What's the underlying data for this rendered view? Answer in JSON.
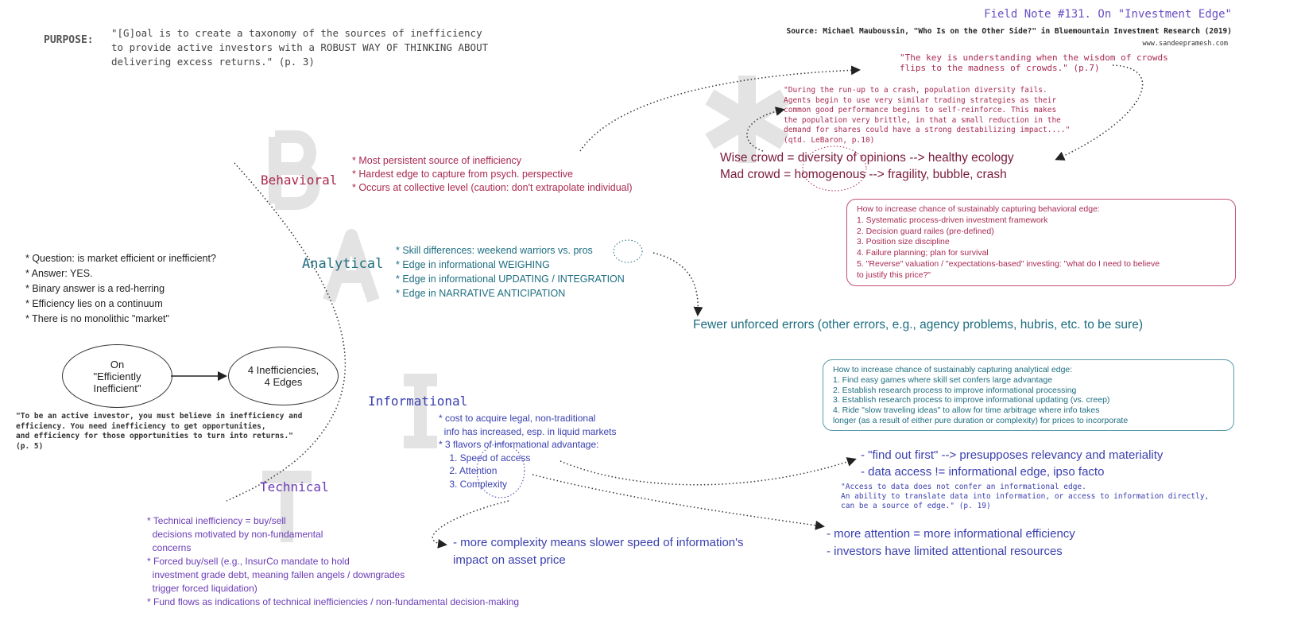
{
  "header": {
    "title": "Field Note #131. On \"Investment Edge\"",
    "source": "Source: Michael Mauboussin, \"Who Is on the Other Side?\" in Bluemountain Investment Research (2019)",
    "website": "www.sandeepramesh.com"
  },
  "purpose": {
    "label": "PURPOSE:",
    "lines": [
      "\"[G]oal is to create a taxonomy of the sources of inefficiency",
      "to provide active investors with a ROBUST WAY OF THINKING ABOUT",
      "delivering excess returns.\" (p. 3)"
    ]
  },
  "intro": {
    "bullets": [
      "* Question: is market efficient or inefficient?",
      "* Answer: YES.",
      "* Binary answer is a red-herring",
      "* Efficiency lies on a continuum",
      "* There is no monolithic \"market\""
    ],
    "ellipse_left": [
      "On",
      "\"Efficiently",
      "Inefficient\""
    ],
    "ellipse_right": [
      "4 Inefficiencies,",
      "4 Edges"
    ],
    "quote": [
      "\"To be an active investor, you must believe in inefficiency and",
      "efficiency.  You need inefficiency to get opportunities,",
      "and efficiency for those opportunities to turn into returns.\"",
      "(p. 5)"
    ]
  },
  "behavioral": {
    "letter": "B",
    "label": "Behavioral",
    "bullets": [
      "* Most persistent source of inefficiency",
      "* Hardest edge to capture from psych. perspective",
      "* Occurs at collective level (caution: don't extrapolate individual)"
    ],
    "key_quote": [
      "\"The key is understanding when the wisdom of crowds",
      "flips to the madness of crowds.\" (p.7)"
    ],
    "symbol": "*",
    "lebaron_quote": [
      "\"During the run-up to a crash, population diversity fails.",
      "Agents begin to use very similar trading strategies as their",
      "common good performance begins to self-reinforce.  This makes",
      "the population very brittle, in that a small reduction in the",
      "demand for shares could have a strong destabilizing impact....\"",
      "(qtd. LeBaron, p.10)"
    ],
    "wise_crowd": "Wise crowd = diversity of opinions --> healthy ecology",
    "mad_crowd": "Mad crowd = homogenous --> fragility, bubble, crash",
    "box": [
      "How to increase chance of sustainably capturing behavioral edge:",
      "1. Systematic process-driven investment framework",
      "2. Decision guard railes (pre-defined)",
      "3. Position size discipline",
      "4. Failure planning; plan for survival",
      "5. \"Reverse\" valuation / \"expectations-based\" investing: \"what do I need to believe",
      "to justify this price?\""
    ]
  },
  "analytical": {
    "letter": "A",
    "label": "Analytical",
    "bullets": [
      "* Skill differences: weekend warriors vs. pros",
      "* Edge in informational WEIGHING",
      "* Edge in informational UPDATING / INTEGRATION",
      "* Edge in NARRATIVE ANTICIPATION"
    ],
    "outcome": "Fewer unforced errors (other errors, e.g., agency problems, hubris, etc. to be sure)",
    "box": [
      "How to increase chance of sustainably capturing analytical edge:",
      "1. Find easy games where skill set confers large advantage",
      "2. Establish research process to improve informational processing",
      "3. Establish research process to improve informational updating (vs. creep)",
      "4. Ride \"slow traveling ideas\" to allow for time arbitrage where info takes",
      "longer (as a result of either pure duration or complexity) for prices to incorporate"
    ]
  },
  "informational": {
    "letter": "I",
    "label": "Informational",
    "bullets": [
      "* cost to acquire legal, non-traditional",
      "  info has increased, esp. in liquid markets",
      "* 3 flavors of informational advantage:",
      "    1. Speed of access",
      "    2. Attention",
      "    3. Complexity"
    ],
    "speed_notes": [
      "- \"find out first\" --> presupposes relevancy and materiality",
      "- data access != informational edge, ipso facto"
    ],
    "speed_quote": [
      "\"Access to data does not confer an informational edge.",
      "An ability to translate data into information, or access to information directly,",
      "can be a source of edge.\" (p. 19)"
    ],
    "attention_notes": [
      "- more attention = more informational efficiency",
      "- investors have limited attentional resources"
    ],
    "complexity_notes": [
      "- more complexity means slower speed of information's",
      "impact on asset price"
    ]
  },
  "technical": {
    "letter": "T",
    "label": "Technical",
    "bullets": [
      "* Technical inefficiency = buy/sell",
      "  decisions motivated by non-fundamental",
      "  concerns",
      "* Forced buy/sell (e.g., InsurCo mandate to hold",
      "  investment grade debt, meaning fallen angels / downgrades",
      "  trigger forced liquidation)",
      "* Fund flows as indications of technical inefficiencies / non-fundamental decision-making"
    ]
  },
  "colors": {
    "behavioral": "#a92a50",
    "analytical": "#1e6e80",
    "informational": "#3a3fae",
    "technical": "#6a3bb6",
    "title": "#6b4fc4"
  }
}
